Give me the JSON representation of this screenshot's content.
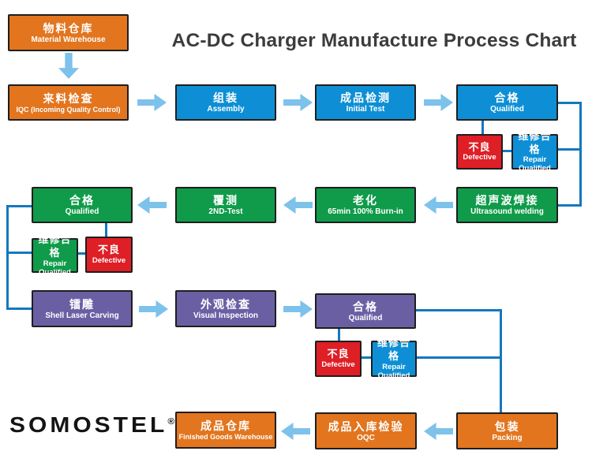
{
  "title": "AC-DC Charger Manufacture Process Chart",
  "logo": {
    "brand": "SOMOSTEL",
    "registered": "®"
  },
  "palette": {
    "orange": "#E2751E",
    "blue": "#0E8FD5",
    "green": "#0F9B4A",
    "purple": "#6B5FA4",
    "red": "#DE1F26",
    "arrow_blue": "#7DC2EB",
    "connector_blue": "#1478BE",
    "title_text": "#3C3C3C",
    "box_text": "#FFFFFF"
  },
  "nodes": {
    "material": {
      "zh": "物料仓库",
      "en": "Material Warehouse"
    },
    "iqc": {
      "zh": "来料检查",
      "en": "IQC (Incoming Quality Control)"
    },
    "assembly": {
      "zh": "组装",
      "en": "Assembly"
    },
    "initial_test": {
      "zh": "成品检测",
      "en": "Initial Test"
    },
    "qualified_1": {
      "zh": "合格",
      "en": "Qualified"
    },
    "defective_1": {
      "zh": "不良",
      "en": "Defective"
    },
    "repair_1": {
      "zh": "维修合格",
      "en": "Repair Qualified"
    },
    "qualified_2": {
      "zh": "合格",
      "en": "Qualified"
    },
    "second_test": {
      "zh": "覆测",
      "en": "2ND-Test"
    },
    "burn_in": {
      "zh": "老化",
      "en": "65min 100% Burn-in"
    },
    "ultrasound": {
      "zh": "超声波焊接",
      "en": "Ultrasound welding"
    },
    "repair_2": {
      "zh": "维修合格",
      "en": "Repair Qualified"
    },
    "defective_2": {
      "zh": "不良",
      "en": "Defective"
    },
    "laser_carving": {
      "zh": "镭雕",
      "en": "Shell Laser Carving"
    },
    "visual_inspection": {
      "zh": "外观检查",
      "en": "Visual Inspection"
    },
    "qualified_3": {
      "zh": "合格",
      "en": "Qualified"
    },
    "defective_3": {
      "zh": "不良",
      "en": "Defective"
    },
    "repair_3": {
      "zh": "维修合格",
      "en": "Repair Qualified"
    },
    "finished_goods": {
      "zh": "成品仓库",
      "en": "Finished Goods Warehouse"
    },
    "oqc": {
      "zh": "成品入库检验",
      "en": "OQC"
    },
    "packing": {
      "zh": "包装",
      "en": "Packing"
    }
  }
}
